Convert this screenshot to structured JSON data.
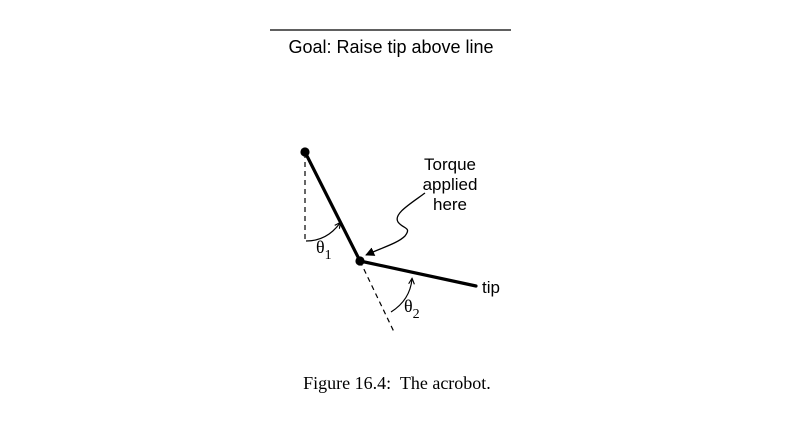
{
  "diagram": {
    "goal_text": "Goal: Raise tip above line",
    "torque_label": [
      "Torque",
      "applied",
      "here"
    ],
    "theta1_symbol": "θ",
    "theta1_subscript": "1",
    "theta2_symbol": "θ",
    "theta2_subscript": "2",
    "tip_label": "tip"
  },
  "caption": {
    "text": "Figure 16.4:  The acrobot."
  },
  "colors": {
    "ink": "#000000",
    "background": "#ffffff"
  }
}
